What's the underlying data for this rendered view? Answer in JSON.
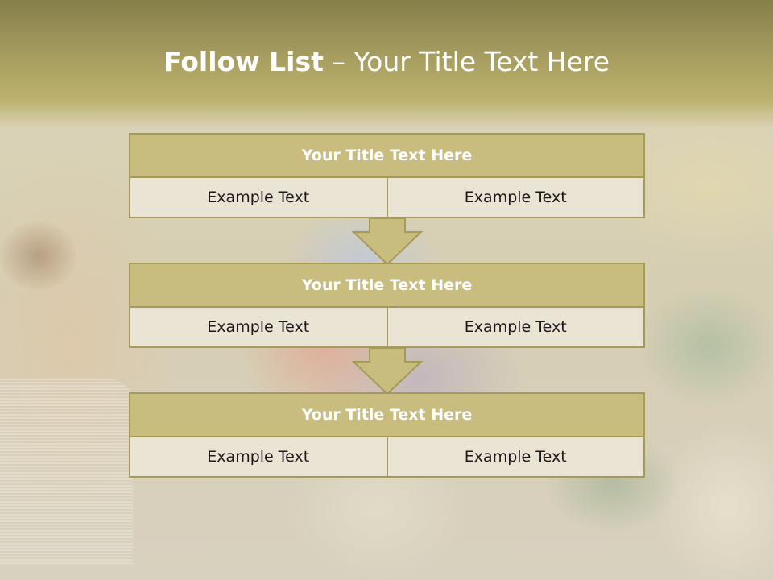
{
  "slide": {
    "title_bold": "Follow List",
    "title_dash": " – ",
    "title_rest": "Your Title Text Here"
  },
  "blocks": [
    {
      "title": "Your Title Text Here",
      "cells": [
        "Example Text",
        "Example Text"
      ]
    },
    {
      "title": "Your Title Text Here",
      "cells": [
        "Example Text",
        "Example Text"
      ]
    },
    {
      "title": "Your Title Text Here",
      "cells": [
        "Example Text",
        "Example Text"
      ]
    }
  ],
  "colors": {
    "header_band": "#a39a5d",
    "block_title_fill": "#c8bd7f",
    "block_border": "#a49b58",
    "cell_fill": "#e9e4d4",
    "arrow_fill": "#c8bd7f"
  }
}
